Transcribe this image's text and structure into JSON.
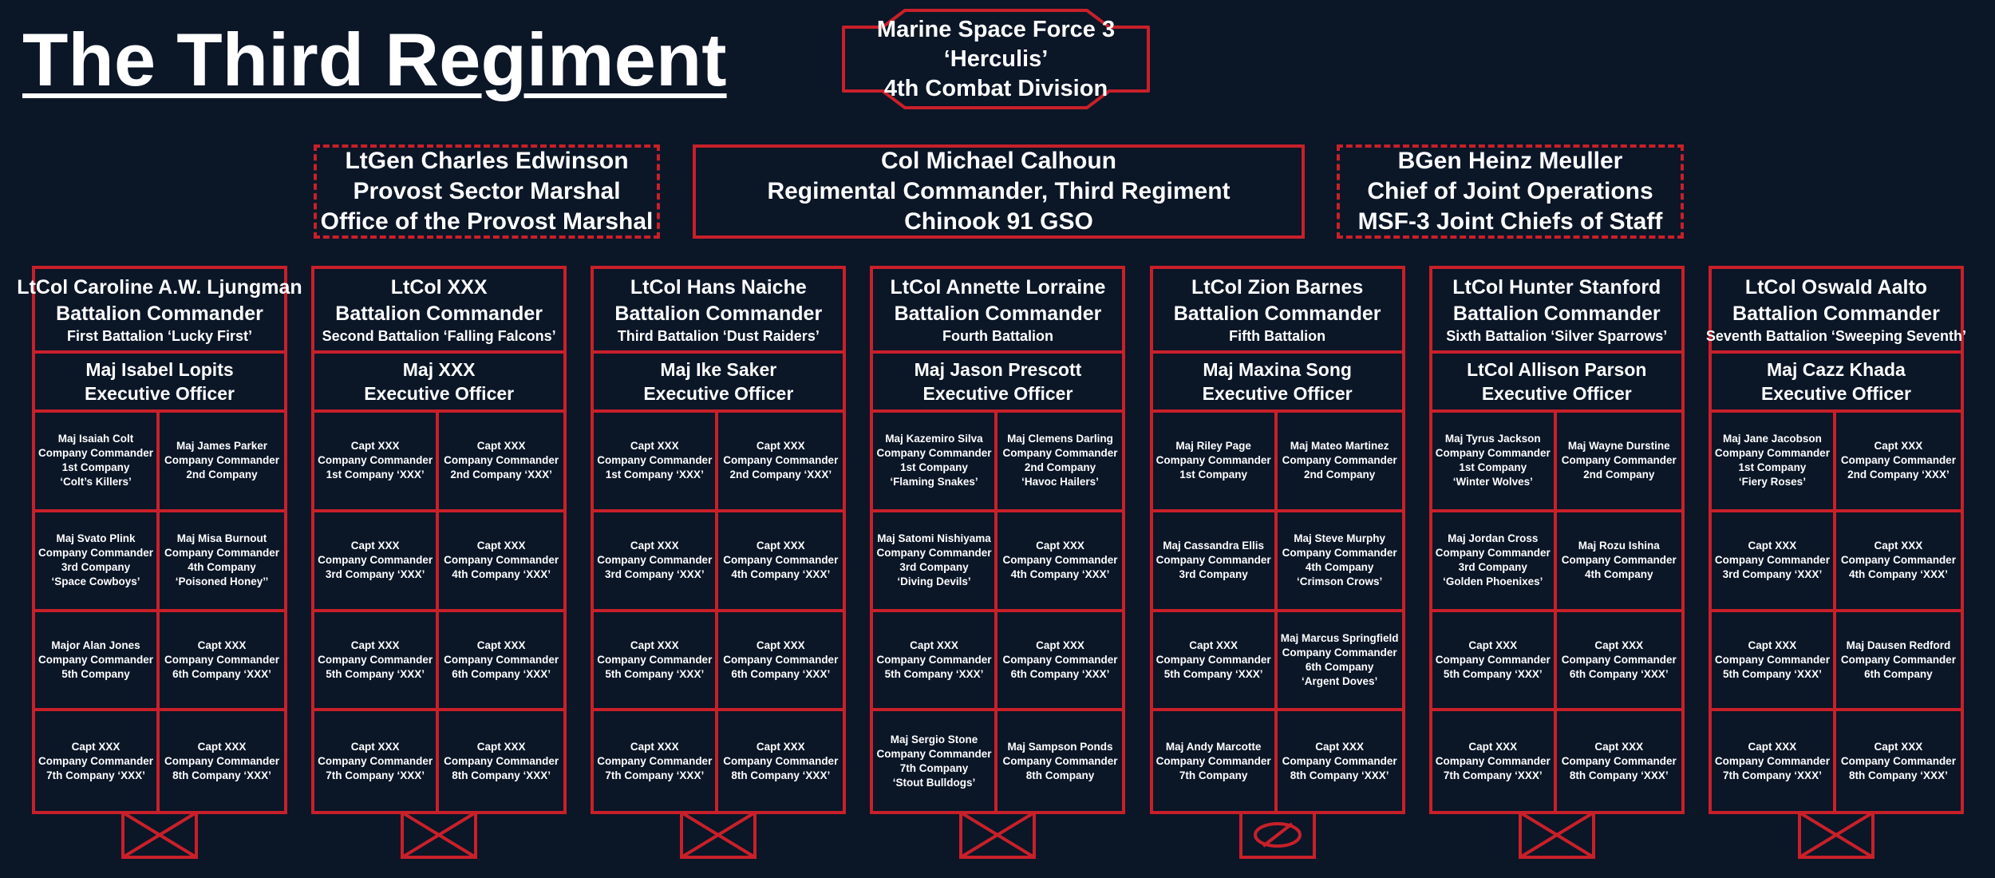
{
  "title": "The Third Regiment",
  "division": {
    "line1": "Marine Space Force 3",
    "line2": "‘Herculis’",
    "line3": "4th Combat Division"
  },
  "hq": {
    "left": {
      "line1": "LtGen Charles Edwinson",
      "line2": "Provost Sector Marshal",
      "line3": "Office of the Provost Marshal"
    },
    "center": {
      "line1": "Col Michael Calhoun",
      "line2": "Regimental Commander, Third Regiment",
      "line3": "Chinook 91 GSO"
    },
    "right": {
      "line1": "BGen Heinz Meuller",
      "line2": "Chief of Joint Operations",
      "line3": "MSF-3 Joint Chiefs of Staff"
    }
  },
  "colors": {
    "border": "#c8202a",
    "background": "#0b1627",
    "text": "#ffffff"
  },
  "battalions": [
    {
      "commander": "LtCol Caroline A.W. Ljungman",
      "role": "Battalion Commander",
      "unit": "First Battalion ‘Lucky First’",
      "xo_name": "Maj Isabel Lopits",
      "xo_role": "Executive Officer",
      "symbol": "infantry-cross",
      "companies": [
        {
          "lines": [
            "Maj Isaiah Colt",
            "Company Commander",
            "1st Company",
            "‘Colt’s Killers’"
          ]
        },
        {
          "lines": [
            "Maj James Parker",
            "Company Commander",
            "2nd Company"
          ]
        },
        {
          "lines": [
            "Maj Svato Plink",
            "Company Commander",
            "3rd Company",
            "‘Space Cowboys’"
          ]
        },
        {
          "lines": [
            "Maj Misa Burnout",
            "Company Commander",
            "4th Company",
            "‘Poisoned Honey’’"
          ]
        },
        {
          "lines": [
            "Major Alan Jones",
            "Company Commander",
            "5th Company"
          ]
        },
        {
          "lines": [
            "Capt XXX",
            "Company Commander",
            "6th Company ‘XXX’"
          ]
        },
        {
          "lines": [
            "Capt XXX",
            "Company Commander",
            "7th Company ‘XXX’"
          ]
        },
        {
          "lines": [
            "Capt XXX",
            "Company Commander",
            "8th Company ‘XXX’"
          ]
        }
      ]
    },
    {
      "commander": "LtCol XXX",
      "role": "Battalion Commander",
      "unit": "Second Battalion ‘Falling Falcons’",
      "xo_name": "Maj XXX",
      "xo_role": "Executive Officer",
      "symbol": "infantry-cross",
      "companies": [
        {
          "lines": [
            "Capt XXX",
            "Company Commander",
            "1st Company ‘XXX’"
          ]
        },
        {
          "lines": [
            "Capt XXX",
            "Company Commander",
            "2nd Company ‘XXX’"
          ]
        },
        {
          "lines": [
            "Capt XXX",
            "Company Commander",
            "3rd Company ‘XXX’"
          ]
        },
        {
          "lines": [
            "Capt XXX",
            "Company Commander",
            "4th Company ‘XXX’"
          ]
        },
        {
          "lines": [
            "Capt XXX",
            "Company Commander",
            "5th Company ‘XXX’"
          ]
        },
        {
          "lines": [
            "Capt XXX",
            "Company Commander",
            "6th Company ‘XXX’"
          ]
        },
        {
          "lines": [
            "Capt XXX",
            "Company Commander",
            "7th Company ‘XXX’"
          ]
        },
        {
          "lines": [
            "Capt XXX",
            "Company Commander",
            "8th Company ‘XXX’"
          ]
        }
      ]
    },
    {
      "commander": "LtCol Hans Naiche",
      "role": "Battalion Commander",
      "unit": "Third Battalion ‘Dust Raiders’",
      "xo_name": "Maj Ike Saker",
      "xo_role": "Executive Officer",
      "symbol": "infantry-cross",
      "companies": [
        {
          "lines": [
            "Capt XXX",
            "Company Commander",
            "1st Company ‘XXX’"
          ]
        },
        {
          "lines": [
            "Capt XXX",
            "Company Commander",
            "2nd Company ‘XXX’"
          ]
        },
        {
          "lines": [
            "Capt XXX",
            "Company Commander",
            "3rd Company ‘XXX’"
          ]
        },
        {
          "lines": [
            "Capt XXX",
            "Company Commander",
            "4th Company ‘XXX’"
          ]
        },
        {
          "lines": [
            "Capt XXX",
            "Company Commander",
            "5th Company ‘XXX’"
          ]
        },
        {
          "lines": [
            "Capt XXX",
            "Company Commander",
            "6th Company ‘XXX’"
          ]
        },
        {
          "lines": [
            "Capt XXX",
            "Company Commander",
            "7th Company ‘XXX’"
          ]
        },
        {
          "lines": [
            "Capt XXX",
            "Company Commander",
            "8th Company ‘XXX’"
          ]
        }
      ]
    },
    {
      "commander": "LtCol Annette Lorraine",
      "role": "Battalion Commander",
      "unit": "Fourth Battalion",
      "xo_name": "Maj Jason Prescott",
      "xo_role": "Executive Officer",
      "symbol": "infantry-cross",
      "companies": [
        {
          "lines": [
            "Maj Kazemiro Silva",
            "Company Commander",
            "1st Company",
            "‘Flaming Snakes’"
          ]
        },
        {
          "lines": [
            "Maj Clemens Darling",
            "Company Commander",
            "2nd Company",
            "‘Havoc Hailers’"
          ]
        },
        {
          "lines": [
            "Maj Satomi Nishiyama",
            "Company Commander",
            "3rd Company",
            "‘Diving Devils’"
          ]
        },
        {
          "lines": [
            "Capt XXX",
            "Company Commander",
            "4th Company ‘XXX’"
          ]
        },
        {
          "lines": [
            "Capt XXX",
            "Company Commander",
            "5th Company ‘XXX’"
          ]
        },
        {
          "lines": [
            "Capt XXX",
            "Company Commander",
            "6th Company ‘XXX’"
          ]
        },
        {
          "lines": [
            "Maj Sergio Stone",
            "Company Commander",
            "7th Company",
            "‘Stout Bulldogs’"
          ]
        },
        {
          "lines": [
            "Maj Sampson Ponds",
            "Company Commander",
            "8th Company"
          ]
        }
      ]
    },
    {
      "commander": "LtCol Zion Barnes",
      "role": "Battalion Commander",
      "unit": "Fifth Battalion",
      "xo_name": "Maj Maxina Song",
      "xo_role": "Executive Officer",
      "symbol": "armor-oval",
      "companies": [
        {
          "lines": [
            "Maj Riley Page",
            "Company Commander",
            "1st Company"
          ]
        },
        {
          "lines": [
            "Maj Mateo Martinez",
            "Company Commander",
            "2nd Company"
          ]
        },
        {
          "lines": [
            "Maj Cassandra Ellis",
            "Company Commander",
            "3rd Company"
          ]
        },
        {
          "lines": [
            "Maj Steve Murphy",
            "Company Commander",
            "4th Company",
            "‘Crimson Crows’"
          ]
        },
        {
          "lines": [
            "Capt XXX",
            "Company Commander",
            "5th Company ‘XXX’"
          ]
        },
        {
          "lines": [
            "Maj Marcus Springfield",
            "Company Commander",
            "6th Company",
            "‘Argent Doves’"
          ]
        },
        {
          "lines": [
            "Maj Andy Marcotte",
            "Company Commander",
            "7th Company"
          ]
        },
        {
          "lines": [
            "Capt XXX",
            "Company Commander",
            "8th Company ‘XXX’"
          ]
        }
      ]
    },
    {
      "commander": "LtCol Hunter Stanford",
      "role": "Battalion Commander",
      "unit": "Sixth Battalion ‘Silver Sparrows’",
      "xo_name": "LtCol Allison Parson",
      "xo_role": "Executive Officer",
      "symbol": "infantry-cross",
      "companies": [
        {
          "lines": [
            "Maj Tyrus Jackson",
            "Company Commander",
            "1st Company",
            "‘Winter Wolves’"
          ]
        },
        {
          "lines": [
            "Maj Wayne Durstine",
            "Company Commander",
            "2nd Company"
          ]
        },
        {
          "lines": [
            "Maj Jordan Cross",
            "Company Commander",
            "3rd Company",
            "‘Golden Phoenixes’"
          ]
        },
        {
          "lines": [
            "Maj Rozu Ishina",
            "Company Commander",
            "4th Company"
          ]
        },
        {
          "lines": [
            "Capt XXX",
            "Company Commander",
            "5th Company ‘XXX’"
          ]
        },
        {
          "lines": [
            "Capt XXX",
            "Company Commander",
            "6th Company ‘XXX’"
          ]
        },
        {
          "lines": [
            "Capt XXX",
            "Company Commander",
            "7th Company ‘XXX’"
          ]
        },
        {
          "lines": [
            "Capt XXX",
            "Company Commander",
            "8th Company ‘XXX’"
          ]
        }
      ]
    },
    {
      "commander": "LtCol Oswald Aalto",
      "role": "Battalion Commander",
      "unit": "Seventh Battalion ‘Sweeping Seventh’",
      "xo_name": "Maj Cazz Khada",
      "xo_role": "Executive Officer",
      "symbol": "infantry-cross",
      "companies": [
        {
          "lines": [
            "Maj Jane Jacobson",
            "Company Commander",
            "1st Company",
            "‘Fiery Roses’"
          ]
        },
        {
          "lines": [
            "Capt XXX",
            "Company Commander",
            "2nd Company ‘XXX’"
          ]
        },
        {
          "lines": [
            "Capt XXX",
            "Company Commander",
            "3rd Company ‘XXX’"
          ]
        },
        {
          "lines": [
            "Capt XXX",
            "Company Commander",
            "4th Company ‘XXX’"
          ]
        },
        {
          "lines": [
            "Capt XXX",
            "Company Commander",
            "5th Company ‘XXX’"
          ]
        },
        {
          "lines": [
            "Maj Dausen Redford",
            "Company Commander",
            "6th Company"
          ]
        },
        {
          "lines": [
            "Capt XXX",
            "Company Commander",
            "7th Company ‘XXX’"
          ]
        },
        {
          "lines": [
            "Capt XXX",
            "Company Commander",
            "8th Company ‘XXX’"
          ]
        }
      ]
    }
  ]
}
